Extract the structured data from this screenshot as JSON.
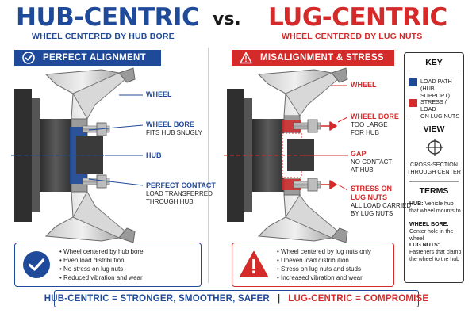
{
  "titles": {
    "left": "HUB-CENTRIC",
    "vs": "vs.",
    "right": "LUG-CENTRIC",
    "left_subtitle": "WHEEL CENTERED BY HUB BORE",
    "right_subtitle": "WHEEL CENTERED BY LUG NUTS"
  },
  "left_panel": {
    "header": "PERFECT ALIGNMENT",
    "header_icon": "check-circle-icon",
    "callouts": [
      {
        "heading": "WHEEL",
        "desc": ""
      },
      {
        "heading": "WHEEL BORE",
        "desc": "FITS HUB SNUGLY"
      },
      {
        "heading": "HUB",
        "desc": ""
      },
      {
        "heading": "PERFECT CONTACT",
        "desc": "LOAD TRANSFERRED\nTHROUGH HUB"
      }
    ],
    "summary_icon": "check-circle-icon",
    "summary": [
      "Wheel centered by hub bore",
      "Even load distribution",
      "No stress on lug nuts",
      "Reduced vibration and wear"
    ]
  },
  "right_panel": {
    "header": "MISALIGNMENT & STRESS",
    "header_icon": "warning-icon",
    "callouts": [
      {
        "heading": "WHEEL",
        "desc": ""
      },
      {
        "heading": "WHEEL BORE",
        "desc": "TOO LARGE\nFOR HUB"
      },
      {
        "heading": "GAP",
        "desc": "NO CONTACT\nAT HUB"
      },
      {
        "heading": "STRESS ON\nLUG NUTS",
        "desc": "ALL LOAD CARRIED\nBY LUG NUTS"
      }
    ],
    "summary_icon": "warning-icon",
    "summary": [
      "Wheel centered by lug nuts only",
      "Uneven load distribution",
      "Stress on lug nuts and studs",
      "Increased vibration and wear"
    ]
  },
  "key": {
    "title": "KEY",
    "items": [
      {
        "label": "LOAD PATH\n(HUB SUPPORT)",
        "color": "#1f4a9a"
      },
      {
        "label": "STRESS / LOAD\nON LUG NUTS",
        "color": "#d42a2a"
      }
    ],
    "view_title": "VIEW",
    "view_icon": "crosshair-icon",
    "view_desc": "CROSS-SECTION\nTHROUGH CENTER",
    "terms_title": "TERMS",
    "terms": [
      {
        "term": "HUB:",
        "def": "Vehicle hub that wheel mounts to"
      },
      {
        "term": "WHEEL BORE:",
        "def": "Center hole in the wheel"
      },
      {
        "term": "LUG NUTS:",
        "def": "Fasteners that clamp the wheel to the hub"
      }
    ]
  },
  "footer": {
    "left": "HUB-CENTRIC = STRONGER, SMOOTHER, SAFER",
    "separator": "|",
    "right": "LUG-CENTRIC = COMPROMISE"
  },
  "colors": {
    "blue": "#1f4a9a",
    "red": "#d42a2a",
    "metal_dark": "#3a3a3a",
    "metal_mid": "#8c8c8c",
    "metal_light": "#d2d2d2"
  }
}
